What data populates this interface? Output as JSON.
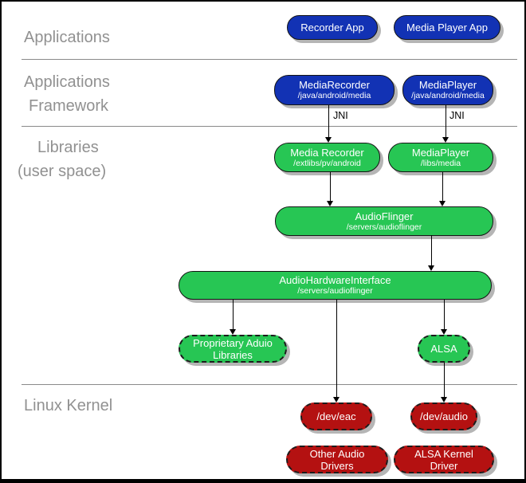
{
  "layers": {
    "applications": {
      "label": "Applications"
    },
    "applications_framework": {
      "line1": "Applications",
      "line2": "Framework"
    },
    "libraries": {
      "line1": "Libraries",
      "line2": "(user space)"
    },
    "linux_kernel": {
      "label": "Linux Kernel"
    }
  },
  "nodes": {
    "recorder_app": {
      "title": "Recorder App"
    },
    "media_player_app": {
      "title": "Media Player App"
    },
    "media_recorder_fw": {
      "title": "MediaRecorder",
      "subtitle": "/java/android/media"
    },
    "media_player_fw": {
      "title": "MediaPlayer",
      "subtitle": "/java/android/media"
    },
    "media_recorder_lib": {
      "title": "Media Recorder",
      "subtitle": "/extlibs/pv/android"
    },
    "media_player_lib": {
      "title": "MediaPlayer",
      "subtitle": "/libs/media"
    },
    "audio_flinger": {
      "title": "AudioFlinger",
      "subtitle": "/servers/audioflinger"
    },
    "audio_hardware_interface": {
      "title": "AudioHardwareInterface",
      "subtitle": "/servers/audioflinger"
    },
    "proprietary_audio_libraries": {
      "title": "Proprietary Aduio Libraries"
    },
    "alsa": {
      "title": "ALSA"
    },
    "dev_eac": {
      "title": "/dev/eac"
    },
    "dev_audio": {
      "title": "/dev/audio"
    },
    "other_audio_drivers": {
      "title": "Other Audio Drivers"
    },
    "alsa_kernel_driver": {
      "title": "ALSA Kernel Driver"
    }
  },
  "edge_labels": {
    "jni_left": "JNI",
    "jni_right": "JNI"
  },
  "colors": {
    "app_blue": "#1232b4",
    "lib_green": "#27c654",
    "kernel_red": "#b41111",
    "shadow_gray": "#b5b5b5",
    "label_gray": "#919191",
    "divider_gray": "#8a8a8a"
  }
}
